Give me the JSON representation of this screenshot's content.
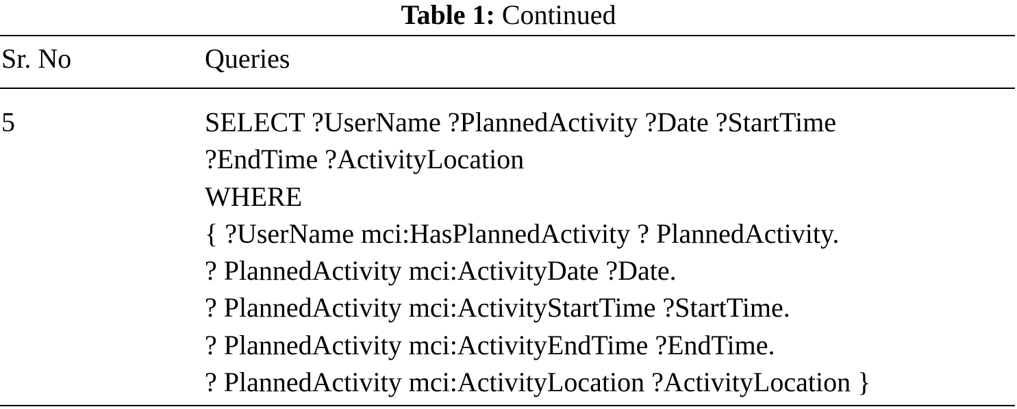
{
  "table": {
    "caption_label": "Table 1:",
    "caption_text": " Continued",
    "headers": {
      "sr_no": "Sr. No",
      "queries": "Queries"
    },
    "rows": [
      {
        "sr_no": "5",
        "query_lines": [
          "SELECT ?UserName ?PlannedActivity ?Date ?StartTime",
          "?EndTime ?ActivityLocation",
          "WHERE",
          "{ ?UserName mci:HasPlannedActivity ? PlannedActivity.",
          "? PlannedActivity mci:ActivityDate ?Date.",
          "? PlannedActivity mci:ActivityStartTime ?StartTime.",
          "? PlannedActivity mci:ActivityEndTime ?EndTime.",
          "? PlannedActivity mci:ActivityLocation ?ActivityLocation }"
        ]
      }
    ]
  }
}
